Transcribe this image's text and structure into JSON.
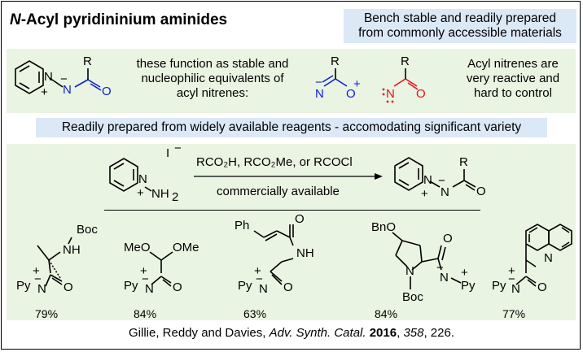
{
  "title": {
    "prefix": "N",
    "rest": "-Acyl pyridininium aminides"
  },
  "top_note": {
    "line1": "Bench stable and readily prepared",
    "line2": "from commonly accessible materials"
  },
  "intro": {
    "line1": "these function as stable and",
    "line2": "nucleophilic equivalents of",
    "line3": "acyl nitrenes:",
    "nitrene_line1": "Acyl nitrenes are",
    "nitrene_line2": "very reactive and",
    "nitrene_line3": "hard to control"
  },
  "middle_note": "Readily prepared from widely available reagents - accomodating significant variety",
  "reaction": {
    "counterion": "I",
    "reagents": "RCO₂H, RCO₂Me, or RCOCl",
    "conditions": "commercially available"
  },
  "atoms": {
    "R": "R",
    "N": "N",
    "O": "O",
    "NH2": "NH",
    "sub2": "2",
    "Boc": "Boc",
    "NH": "NH",
    "MeO": "MeO",
    "OMe": "OMe",
    "Py": "Py",
    "Ph": "Ph",
    "BnO": "BnO",
    "plus": "+",
    "minus": "−"
  },
  "yields": [
    "79%",
    "84%",
    "63%",
    "84%",
    "77%"
  ],
  "citation": {
    "authors": "Gillie, Reddy and Davies, ",
    "journal": "Adv. Synth. Catal.",
    "year": "2016",
    "volume": "358",
    "pages": ", 226."
  },
  "colors": {
    "blue": "#0b1fd6",
    "red": "#e3111b",
    "green_bg": "#eaf4e2",
    "blue_bg": "#dbe8f6"
  }
}
